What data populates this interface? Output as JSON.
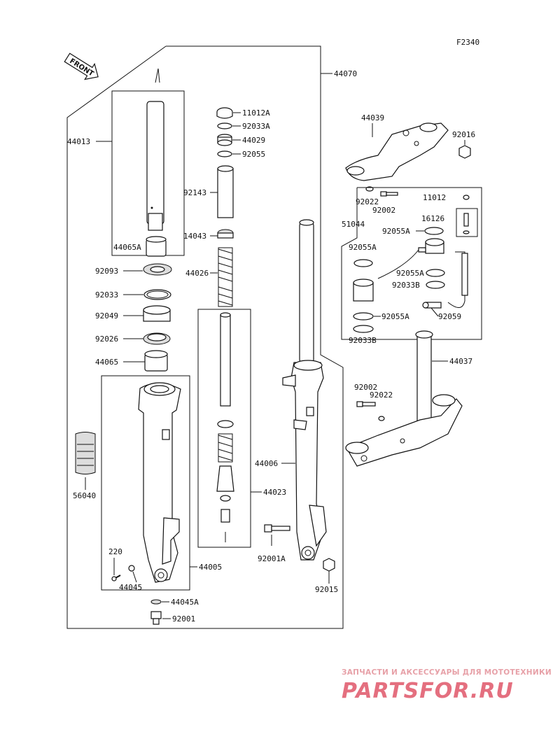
{
  "diagram": {
    "code": "F2340",
    "front_label": "FRONT",
    "labels": {
      "44070": "44070",
      "44013": "44013",
      "11012A": "11012A",
      "92033A": "92033A",
      "44029": "44029",
      "92055": "92055",
      "92143": "92143",
      "14043": "14043",
      "44026": "44026",
      "44065A": "44065A",
      "92093": "92093",
      "92033": "92033",
      "92049": "92049",
      "92026": "92026",
      "44065": "44065",
      "44039": "44039",
      "92016": "92016",
      "92022_top": "92022",
      "92002_top": "92002",
      "11012": "11012",
      "16126": "16126",
      "51044": "51044",
      "92055A_1": "92055A",
      "92055A_2": "92055A",
      "92055A_3": "92055A",
      "92055A_4": "92055A",
      "92033B_1": "92033B",
      "92033B_2": "92033B",
      "92059": "92059",
      "44037": "44037",
      "92002_mid": "92002",
      "92022_mid": "92022",
      "44006": "44006",
      "44023": "44023",
      "56040": "56040",
      "220": "220",
      "44045": "44045",
      "44005": "44005",
      "44045A": "44045A",
      "92001": "92001",
      "92001A": "92001A",
      "92015": "92015"
    }
  },
  "watermark": {
    "top_text": "ЗАПЧАСТИ И АКСЕССУАРЫ ДЛЯ МОТОТЕХНИКИ",
    "brand_text": "PARTSFOR.RU",
    "color_light": "#e7a1a8",
    "color_brand": "#e46f7f"
  }
}
